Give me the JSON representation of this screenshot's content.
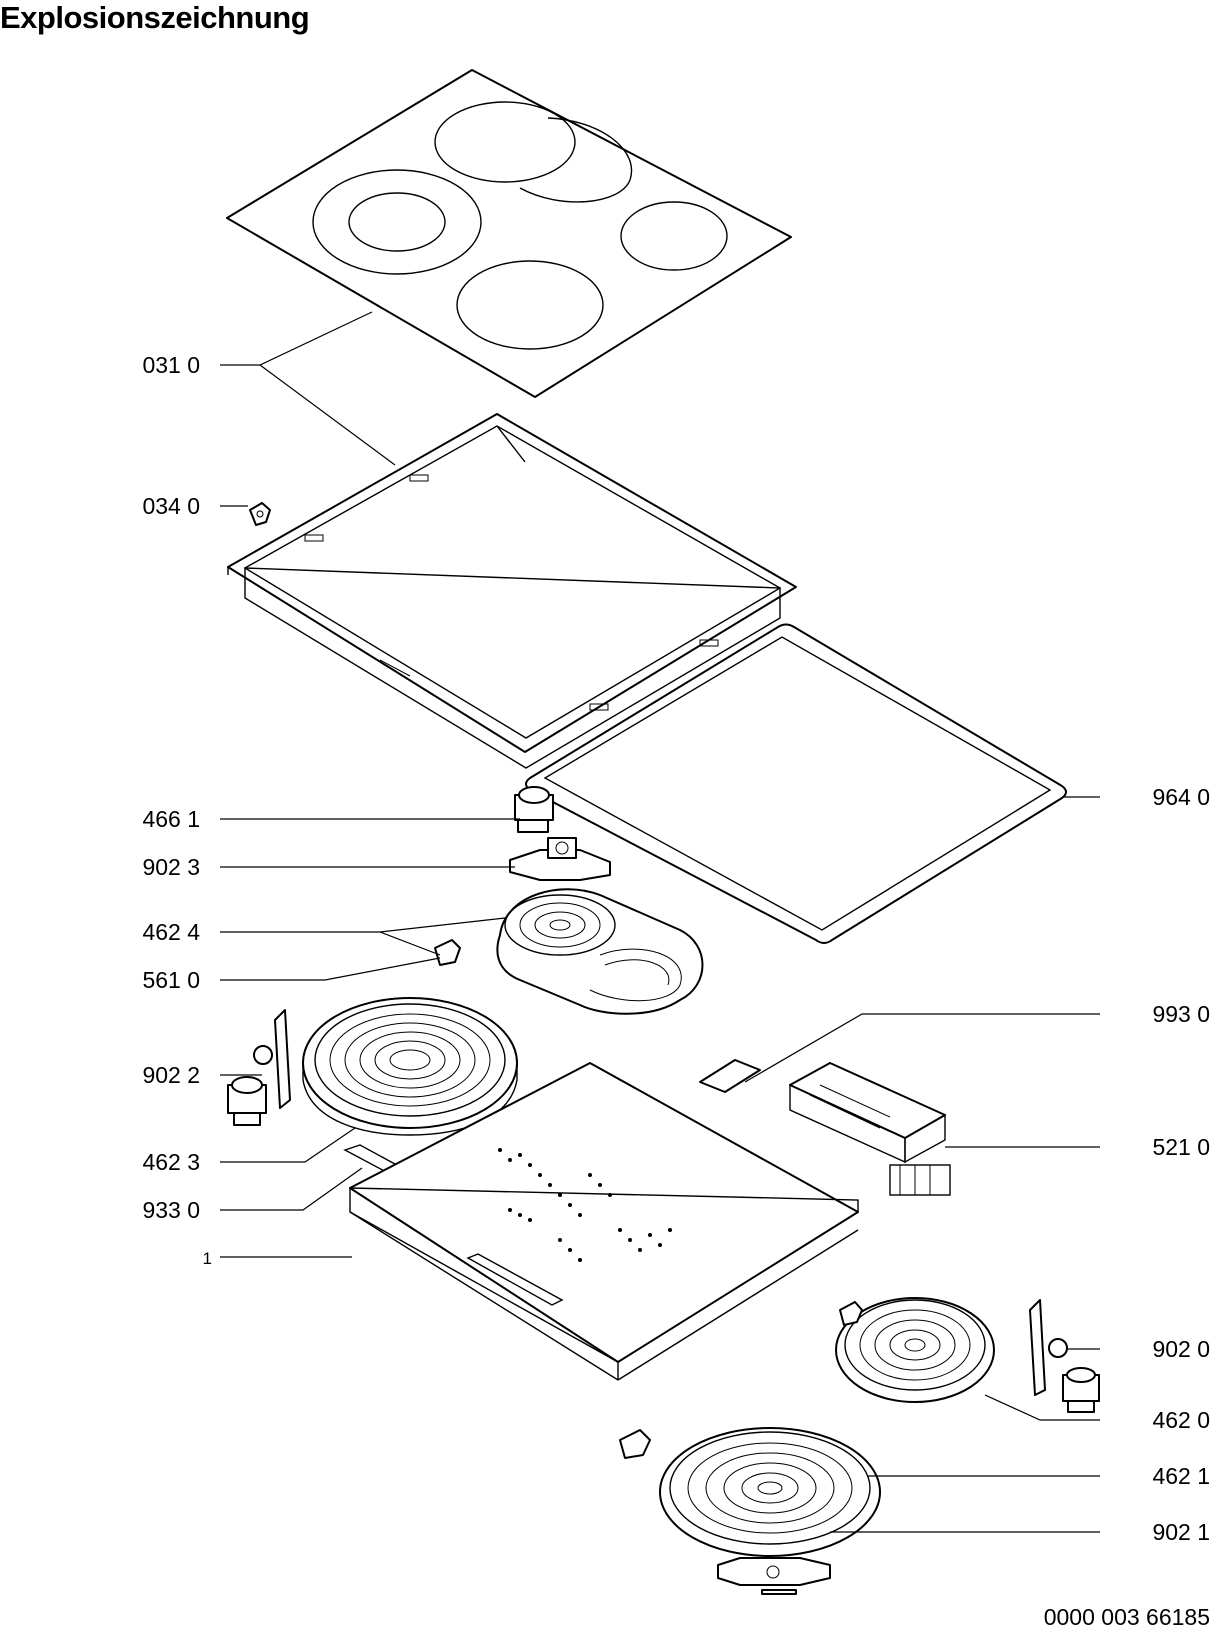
{
  "title": "Explosionszeichnung",
  "doc_number": "0000 003 66185",
  "labels": {
    "l0310": "031 0",
    "l0340": "034 0",
    "l4661": "466 1",
    "l9023": "902 3",
    "l4624": "462 4",
    "l5610": "561 0",
    "l9022": "902 2",
    "l4623": "462 3",
    "l9330": "933 0",
    "l1": "1",
    "l9640": "964 0",
    "l9930": "993 0",
    "l5210": "521 0",
    "l9020": "902 0",
    "l4620": "462 0",
    "l4621": "462 1",
    "l9021": "902 1"
  }
}
